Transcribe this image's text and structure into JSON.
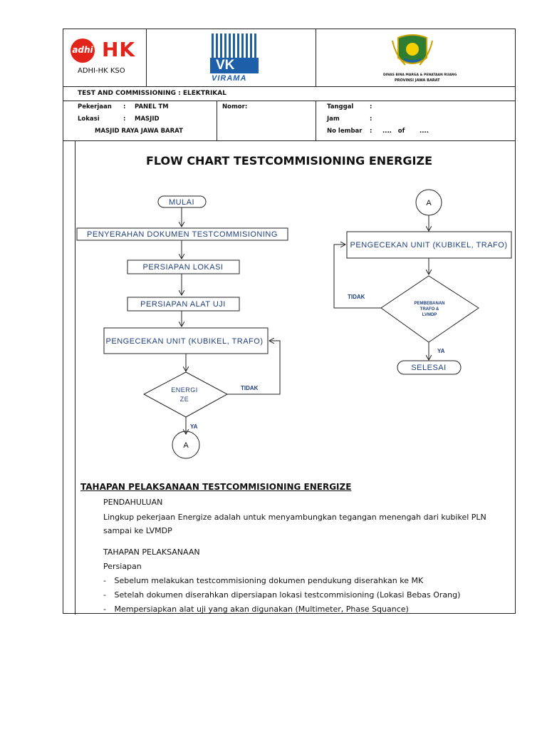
{
  "header": {
    "company_left": {
      "logo_mark": "adhi",
      "logo_hk": "HK",
      "name": "ADHI-HK KSO"
    },
    "company_middle": {
      "logo_mark": "VK",
      "name": "VIRAMA"
    },
    "company_right": {
      "line1": "DINAS BINA MARGA & PENATAAN RUANG",
      "line2": "PROVINSI JAWA BARAT"
    },
    "form_title": "TEST AND COMMISSIONING : ELEKTRIKAL"
  },
  "info": {
    "pekerjaan_label": "Pekerjaan",
    "pekerjaan_value": "PANEL TM",
    "lokasi_label": "Lokasi",
    "lokasi_value": "MASJID",
    "lokasi_detail": "MASJID RAYA JAWA BARAT",
    "colon": ":",
    "nomor_label": "Nomor:",
    "tanggal_label": "Tanggal",
    "jam_label": "Jam",
    "nolembar_label": "No lembar",
    "nolembar_value": "....   of       ...."
  },
  "document_title": "FLOW CHART TESTCOMMISIONING ENERGIZE",
  "flowchart": {
    "start": "MULAI",
    "step1": "PENYERAHAN DOKUMEN TESTCOMMISIONING",
    "step2": "PERSIAPAN LOKASI",
    "step3": "PERSIAPAN ALAT UJI",
    "step4": "PENGECEKAN UNIT (KUBIKEL, TRAFO)",
    "decision1_line1": "ENERGI",
    "decision1_line2": "ZE",
    "no_label": "TIDAK",
    "yes_label": "YA",
    "connector": "A",
    "step5": "PENGECEKAN UNIT (KUBIKEL, TRAFO)",
    "decision2_line1": "PEMBEBANAN",
    "decision2_line2": "TRAFO &",
    "decision2_line3": "LVMDP",
    "end": "SELESAI"
  },
  "section": {
    "title": "TAHAPAN PELAKSANAAN TESTCOMMISIONING ENERGIZE",
    "intro_heading": "PENDAHULUAN",
    "intro_text": "Lingkup pekerjaan Energize adalah untuk menyambungkan tegangan menengah dari kubikel PLN sampai ke LVMDP",
    "steps_heading": "TAHAPAN PELAKSANAAN",
    "prep_heading": "Persiapan",
    "bullets": [
      "Sebelum melakukan testcommisioning dokumen pendukung diserahkan ke MK",
      "Setelah dokumen diserahkan dipersiapan lokasi testcommisioning (Lokasi Bebas Orang)",
      "Mempersiapkan alat uji yang akan digunakan (Multimeter, Phase Squance)"
    ],
    "bullet_marker": "-"
  },
  "colors": {
    "adhi_red": "#e2231a",
    "virama_blue": "#1d5fa8",
    "flow_text": "#1f3f7f",
    "jabar_green": "#2e7d32"
  }
}
